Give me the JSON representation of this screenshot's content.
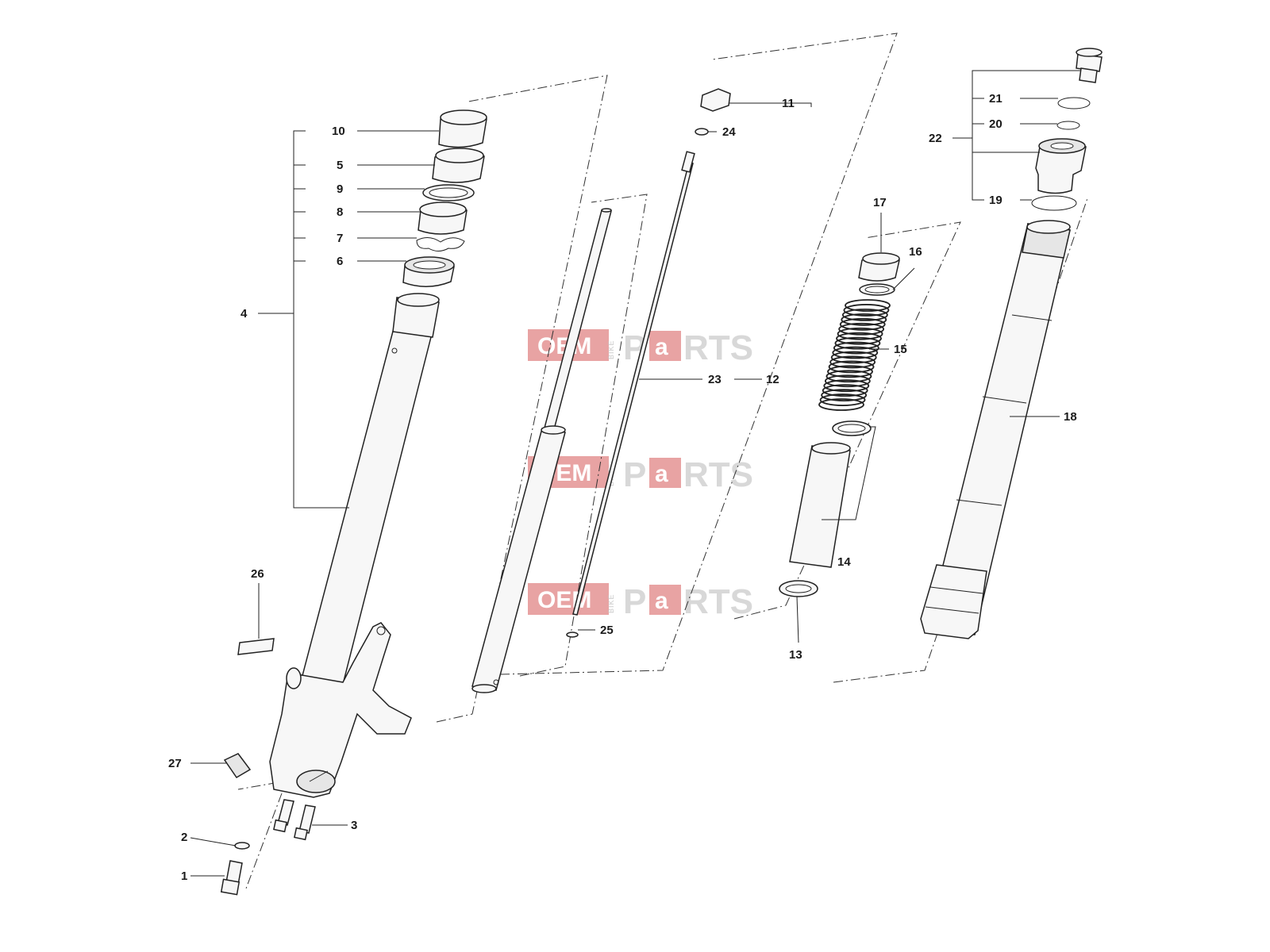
{
  "callouts": [
    {
      "id": "1",
      "label": "1"
    },
    {
      "id": "2",
      "label": "2"
    },
    {
      "id": "3",
      "label": "3"
    },
    {
      "id": "4",
      "label": "4"
    },
    {
      "id": "5",
      "label": "5"
    },
    {
      "id": "6",
      "label": "6"
    },
    {
      "id": "7",
      "label": "7"
    },
    {
      "id": "8",
      "label": "8"
    },
    {
      "id": "9",
      "label": "9"
    },
    {
      "id": "10",
      "label": "10"
    },
    {
      "id": "11",
      "label": "11"
    },
    {
      "id": "12",
      "label": "12"
    },
    {
      "id": "13",
      "label": "13"
    },
    {
      "id": "14",
      "label": "14"
    },
    {
      "id": "15",
      "label": "15"
    },
    {
      "id": "16",
      "label": "16"
    },
    {
      "id": "17",
      "label": "17"
    },
    {
      "id": "18",
      "label": "18"
    },
    {
      "id": "19",
      "label": "19"
    },
    {
      "id": "20",
      "label": "20"
    },
    {
      "id": "21",
      "label": "21"
    },
    {
      "id": "22",
      "label": "22"
    },
    {
      "id": "23",
      "label": "23"
    },
    {
      "id": "24",
      "label": "24"
    },
    {
      "id": "25",
      "label": "25"
    },
    {
      "id": "26",
      "label": "26"
    },
    {
      "id": "27",
      "label": "27"
    }
  ],
  "watermark": {
    "oem": "OEM",
    "bike": "BIKE",
    "p": "P",
    "a": "a",
    "rts": "RTS",
    "colors": {
      "red": "#e8a3a3",
      "gray": "#d8d8d8"
    }
  }
}
